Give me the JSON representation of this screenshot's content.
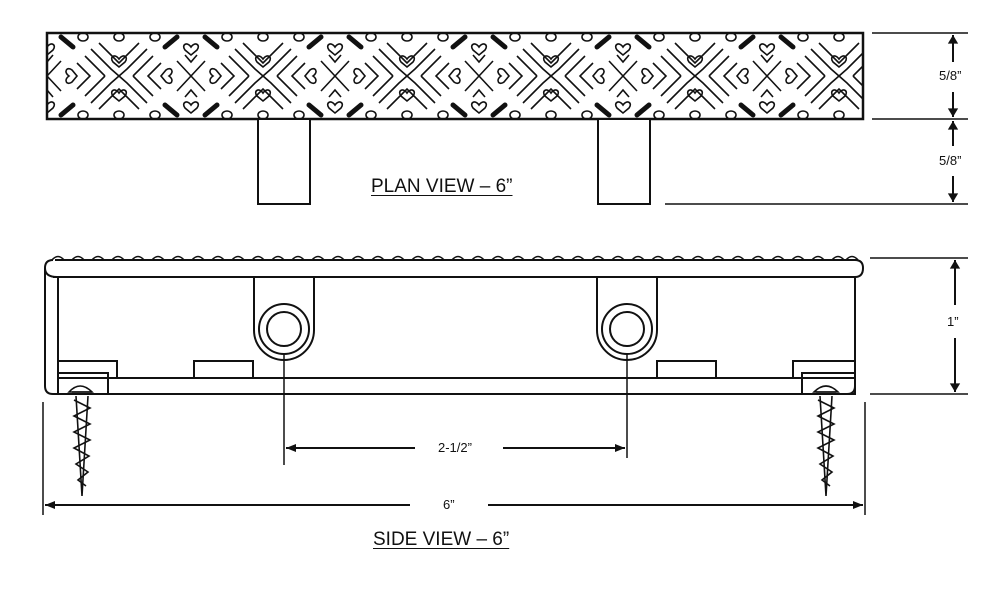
{
  "drawing": {
    "plan_view": {
      "title": "PLAN VIEW – 6”",
      "dimensions": {
        "plate_thickness": "5/8”",
        "post_depth": "5/8”"
      },
      "pattern": "heart-and-chevron diamond tread pattern"
    },
    "side_view": {
      "title": "SIDE VIEW – 6”",
      "dimensions": {
        "height": "1”",
        "hole_spacing": "2-1/2”",
        "overall_length": "6”"
      },
      "features": [
        "two mounting bosses with holes",
        "two wood screws at ends",
        "textured top edge"
      ]
    },
    "colors": {
      "line": "#111111",
      "background": "#ffffff"
    }
  }
}
